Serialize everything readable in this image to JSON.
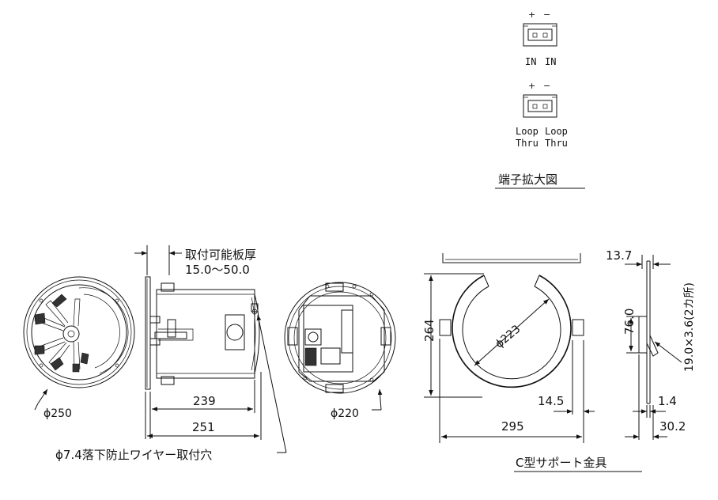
{
  "terminals": {
    "top": {
      "plus": "+",
      "minus": "−",
      "left_label": "IN",
      "right_label": "IN"
    },
    "bottom": {
      "plus": "+",
      "minus": "−",
      "left_label_1": "Loop",
      "left_label_2": "Thru",
      "right_label_1": "Loop",
      "right_label_2": "Thru"
    },
    "caption": "端子拡大図"
  },
  "speaker": {
    "panel_thickness_title": "取付可能板厚",
    "panel_thickness_range": "15.0〜50.0",
    "dim_front_diameter": "ϕ250",
    "dim_depth_inner": "239",
    "dim_depth_total": "251",
    "dim_back_diameter": "ϕ220",
    "wire_hole_label": "ϕ7.4落下防止ワイヤー取付穴"
  },
  "bracket": {
    "dim_diameter": "ϕ223",
    "dim_height": "264",
    "dim_width": "295",
    "dim_offset": "14.5",
    "caption": "C型サポート金具"
  },
  "side": {
    "dim_top": "13.7",
    "dim_hole": "19.0×3.6(2カ所)",
    "dim_height": "76.0",
    "dim_thickness": "1.4",
    "dim_width": "30.2"
  }
}
